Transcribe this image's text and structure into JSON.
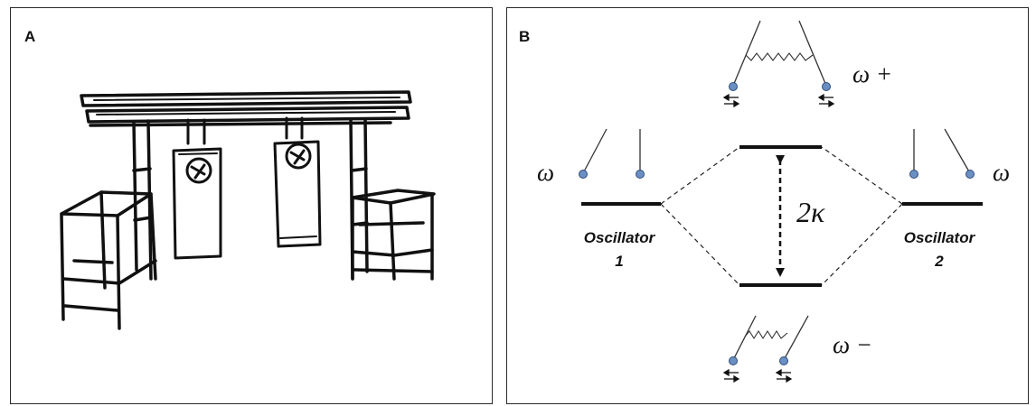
{
  "panel_a": {
    "label": "A"
  },
  "panel_b": {
    "label": "B",
    "omega_left": "ω",
    "omega_right": "ω",
    "omega_plus": "ω +",
    "omega_minus": "ω −",
    "coupling": "2κ",
    "oscillator_left": {
      "line1": "Oscillator",
      "line2": "1"
    },
    "oscillator_right": {
      "line1": "Oscillator",
      "line2": "2"
    },
    "colors": {
      "bob": "#6a8fc2",
      "line": "#111111"
    }
  }
}
